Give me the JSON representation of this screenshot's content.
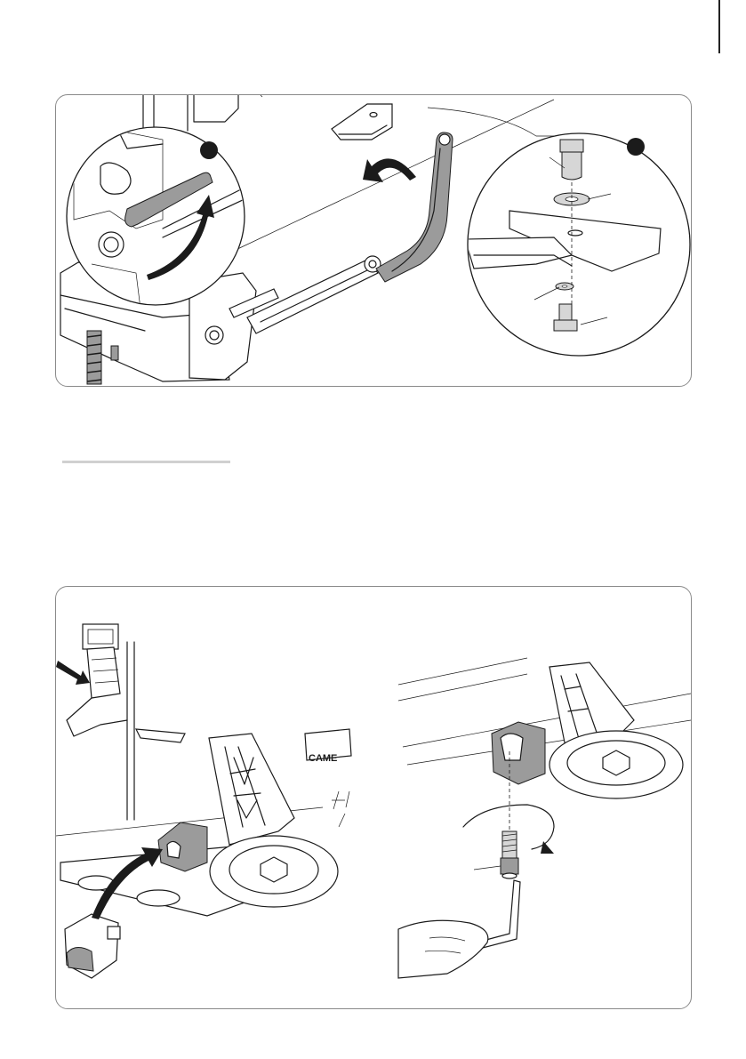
{
  "figures": [
    {
      "id": "figure-release-arm",
      "callouts": [
        "inset-left",
        "inset-right"
      ],
      "inset_right_parts": [
        "pin",
        "washer",
        "arm-bracket",
        "washer-small",
        "bolt"
      ]
    },
    {
      "id": "figure-fit-stop",
      "brand_mark": "CAME",
      "brand_mark_partial": "CAM"
    }
  ],
  "colors": {
    "panel_border": "#8a8a8a",
    "part_gray": "#9b9b9b",
    "line": "#1b1b1b",
    "rule": "#d0d0d0"
  }
}
